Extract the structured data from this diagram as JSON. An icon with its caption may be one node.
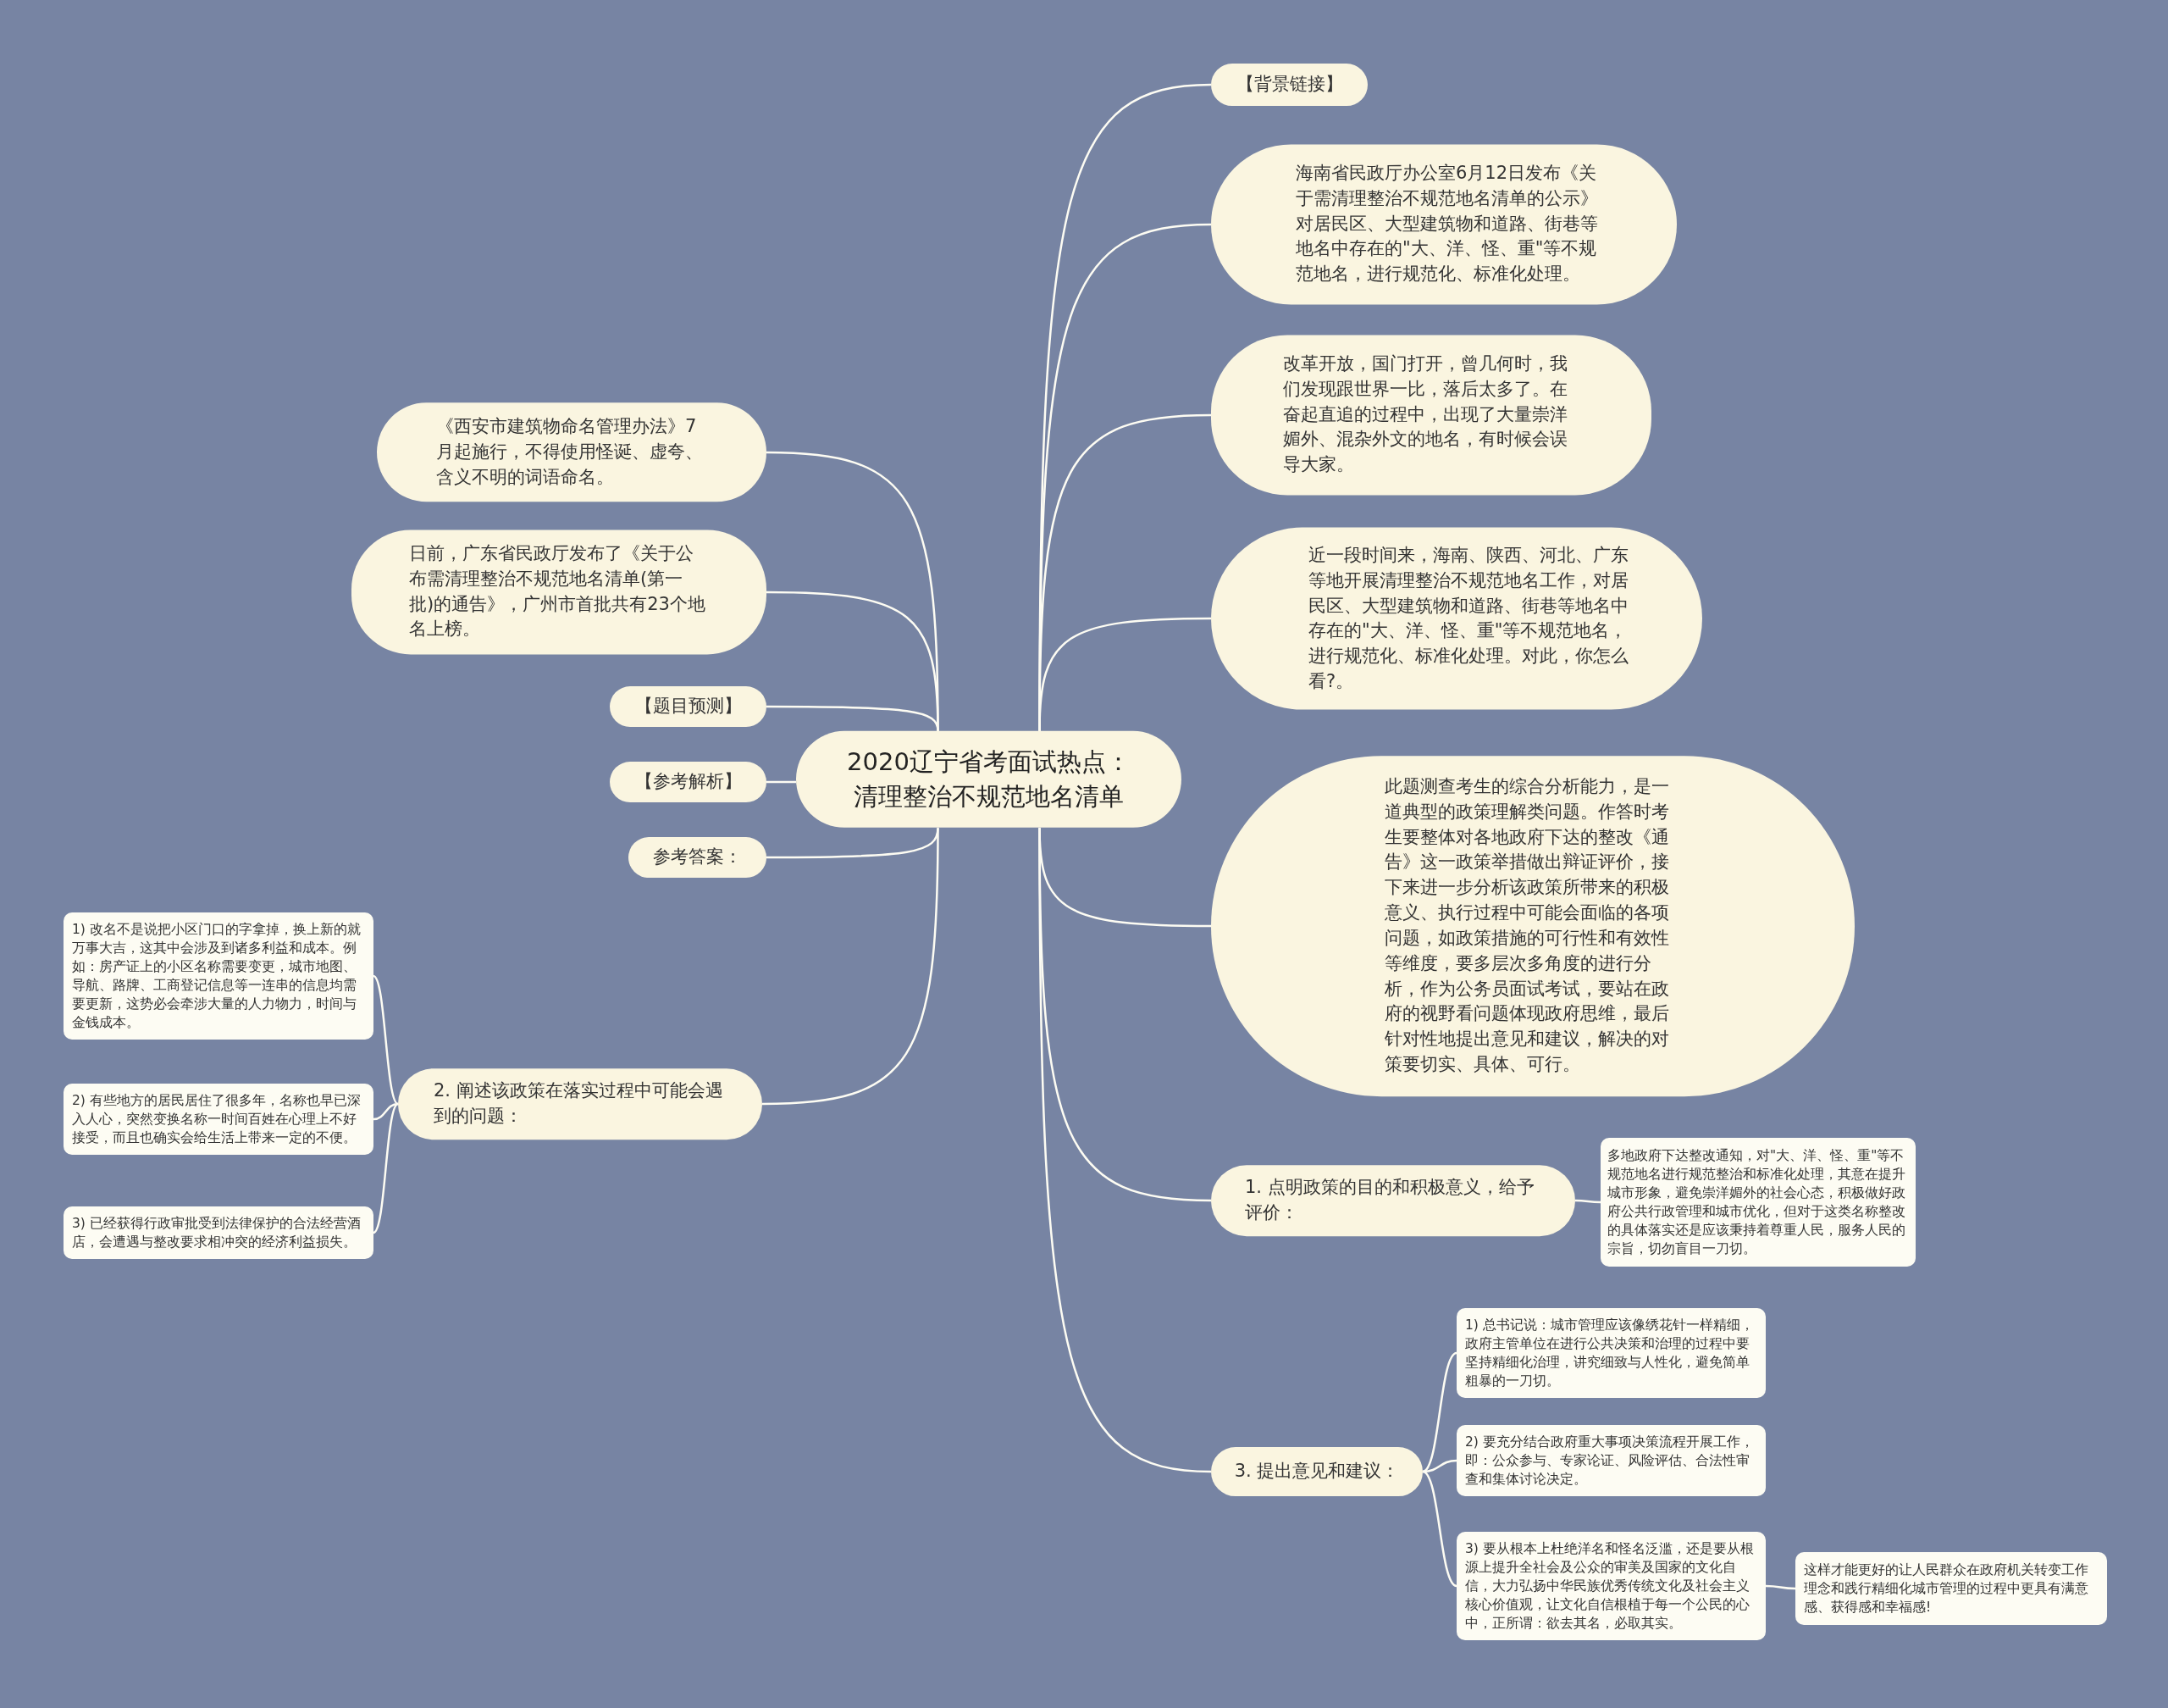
{
  "diagram": {
    "nodes": [
      {
        "text": [
          "2020辽宁省考面试热点：清理整治不规范地名清单"
        ]
      },
      {
        "text": [
          "【背景链接】"
        ]
      },
      {
        "text": [
          "海南省民政厅办公室6月12日发布《关于需清理整治不规范地名清单的公示》对居民区、大型建筑物和道路、街巷等地名中存在的\"大、洋、怪、重\"等不规范地名，进行规范化、标准化处理。"
        ]
      },
      {
        "text": [
          "改革开放，国门打开，曾几何时，我们发现跟世界一比，落后太多了。在奋起直追的过程中，出现了大量崇洋媚外、混杂外文的地名，有时候会误导大家。"
        ]
      },
      {
        "text": [
          "近一段时间来，海南、陕西、河北、广东等地开展清理整治不规范地名工作，对居民区、大型建筑物和道路、街巷等地名中存在的\"大、洋、怪、重\"等不规范地名，进行规范化、标准化处理。对此，你怎么看?。"
        ]
      },
      {
        "text": [
          "此题测查考生的综合分析能力，是一道典型的政策理解类问题。作答时考生要整体对各地政府下达的整改《通告》这一政策举措做出辩证评价，接下来进一步分析该政策所带来的积极意义、执行过程中可能会面临的各项问题，如政策措施的可行性和有效性等维度，要多层次多角度的进行分析，作为公务员面试考试，要站在政府的视野看问题体现政府思维，最后针对性地提出意见和建议，解决的对策要切实、具体、可行。"
        ]
      },
      {
        "text": [
          "1. 点明政策的目的和积极意义，给予评价："
        ]
      },
      {
        "text": [
          "多地政府下达整改通知，对\"大、洋、怪、重\"等不规范地名进行规范整治和标准化处理，其意在提升城市形象，避免崇洋媚外的社会心态，积极做好政府公共行政管理和城市优化，但对于这类名称整改的具体落实还是应该秉持着尊重人民，服务人民的宗旨，切勿盲目一刀切。"
        ]
      },
      {
        "text": [
          "3. 提出意见和建议："
        ]
      },
      {
        "text": [
          "1) 总书记说：城市管理应该像绣花针一样精细，政府主管单位在进行公共决策和治理的过程中要坚持精细化治理，讲究细致与人性化，避免简单粗暴的一刀切。"
        ]
      },
      {
        "text": [
          "2) 要充分结合政府重大事项决策流程开展工作，即：公众参与、专家论证、风险评估、合法性审查和集体讨论决定。"
        ]
      },
      {
        "text": [
          "3) 要从根本上杜绝洋名和怪名泛滥，还是要从根源上提升全社会及公众的审美及国家的文化自信，大力弘扬中华民族优秀传统文化及社会主义核心价值观，让文化自信根植于每一个公民的心中，正所谓：欲去其名，必取其实。"
        ]
      },
      {
        "text": [
          "这样才能更好的让人民群众在政府机关转变工作理念和践行精细化城市管理的过程中更具有满意感、获得感和幸福感!"
        ]
      },
      {
        "text": [
          "《西安市建筑物命名管理办法》7月起施行，不得使用怪诞、虚夸、含义不明的词语命名。"
        ]
      },
      {
        "text": [
          "日前，广东省民政厅发布了《关于公布需清理整治不规范地名清单(第一批)的通告》，广州市首批共有23个地名上榜。"
        ]
      },
      {
        "text": [
          "【题目预测】"
        ]
      },
      {
        "text": [
          "【参考解析】"
        ]
      },
      {
        "text": [
          "参考答案："
        ]
      },
      {
        "text": [
          "2. 阐述该政策在落实过程中可能会遇到的问题："
        ]
      },
      {
        "text": [
          "1) 改名不是说把小区门口的字拿掉，换上新的就万事大吉，这其中会涉及到诸多利益和成本。例如：房产证上的小区名称需要变更，城市地图、导航、路牌、工商登记信息等一连串的信息均需要更新，这势必会牵涉大量的人力物力，时间与金钱成本。"
        ]
      },
      {
        "text": [
          "2) 有些地方的居民居住了很多年，名称也早已深入人心，突然变换名称一时间百姓在心理上不好接受，而且也确实会给生活上带来一定的不便。"
        ]
      },
      {
        "text": [
          "3) 已经获得行政审批受到法律保护的合法经营酒店，会遭遇与整改要求相冲突的经济利益损失。"
        ]
      }
    ],
    "edges": [
      {
        "from": 0,
        "to": 1,
        "arrow": "none"
      },
      {
        "from": 0,
        "to": 2,
        "arrow": "none"
      },
      {
        "from": 0,
        "to": 3,
        "arrow": "none"
      },
      {
        "from": 0,
        "to": 4,
        "arrow": "none"
      },
      {
        "from": 0,
        "to": 5,
        "arrow": "none"
      },
      {
        "from": 0,
        "to": 6,
        "arrow": "none"
      },
      {
        "from": 6,
        "to": 7,
        "arrow": "none"
      },
      {
        "from": 0,
        "to": 8,
        "arrow": "none"
      },
      {
        "from": 8,
        "to": 9,
        "arrow": "none"
      },
      {
        "from": 8,
        "to": 10,
        "arrow": "none"
      },
      {
        "from": 8,
        "to": 11,
        "arrow": "none"
      },
      {
        "from": 11,
        "to": 12,
        "arrow": "none"
      },
      {
        "from": 0,
        "to": 13,
        "arrow": "none"
      },
      {
        "from": 0,
        "to": 14,
        "arrow": "none"
      },
      {
        "from": 0,
        "to": 15,
        "arrow": "none"
      },
      {
        "from": 0,
        "to": 16,
        "arrow": "none"
      },
      {
        "from": 0,
        "to": 17,
        "arrow": "none"
      },
      {
        "from": 0,
        "to": 18,
        "arrow": "none"
      },
      {
        "from": 18,
        "to": 19,
        "arrow": "none"
      },
      {
        "from": 18,
        "to": 20,
        "arrow": "none"
      },
      {
        "from": 18,
        "to": 21,
        "arrow": "none"
      }
    ]
  }
}
